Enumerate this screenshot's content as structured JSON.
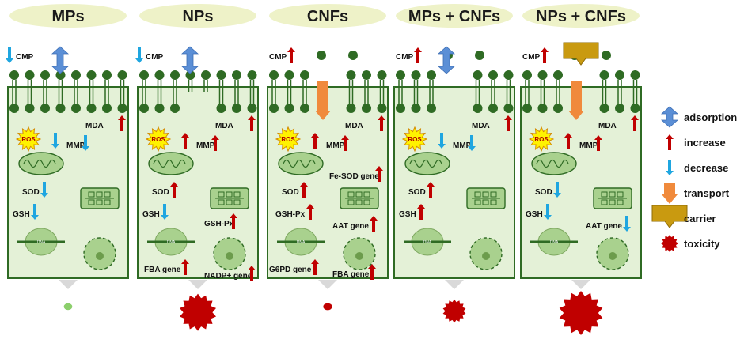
{
  "panels": [
    {
      "title": "MPs",
      "cmp": {
        "label": "CMP",
        "dir": "decrease"
      },
      "adsorption": true,
      "transport": false,
      "carrier": false,
      "outer_stream": false,
      "pore": false,
      "effects": [
        {
          "slot": "mda",
          "text": "MDA",
          "dir": "increase"
        },
        {
          "slot": "ros",
          "dir": "decrease"
        },
        {
          "slot": "mmp",
          "text": "MMP",
          "dir": "decrease"
        },
        {
          "slot": "sod",
          "text": "SOD",
          "dir": "decrease"
        },
        {
          "slot": "gsh",
          "text": "GSH",
          "dir": "decrease"
        }
      ],
      "toxicity_level": 0.12,
      "toxicity_color": "#8ccf6c",
      "toxicity_shape": "dot"
    },
    {
      "title": "NPs",
      "cmp": {
        "label": "CMP",
        "dir": "decrease"
      },
      "adsorption": true,
      "transport": false,
      "carrier": false,
      "outer_stream": false,
      "pore": true,
      "effects": [
        {
          "slot": "mda",
          "text": "MDA",
          "dir": "increase"
        },
        {
          "slot": "ros",
          "dir": "increase"
        },
        {
          "slot": "mmp",
          "text": "MMP",
          "dir": "increase"
        },
        {
          "slot": "sod",
          "text": "SOD",
          "dir": "increase"
        },
        {
          "slot": "gsh",
          "text": "GSH",
          "dir": "decrease"
        },
        {
          "slot": "gshpx",
          "text": "GSH-Px",
          "dir": "increase"
        },
        {
          "slot": "fba",
          "text": "FBA gene",
          "dir": "increase"
        },
        {
          "slot": "nadp",
          "text": "NADP+ gene",
          "dir": "increase"
        }
      ],
      "toxicity_level": 0.8,
      "toxicity_color": "#c00000",
      "toxicity_shape": "star"
    },
    {
      "title": "CNFs",
      "cmp": {
        "label": "CMP",
        "dir": "increase"
      },
      "adsorption": false,
      "transport": true,
      "carrier": false,
      "outer_stream": true,
      "pore": true,
      "effects": [
        {
          "slot": "mda",
          "text": "MDA",
          "dir": "increase"
        },
        {
          "slot": "ros",
          "dir": "increase"
        },
        {
          "slot": "mmp",
          "text": "MMP",
          "dir": "increase"
        },
        {
          "slot": "fesod",
          "text": "Fe-SOD gene",
          "dir": "increase"
        },
        {
          "slot": "sod",
          "text": "SOD",
          "dir": "increase"
        },
        {
          "slot": "gshpx_l",
          "text": "GSH-Px",
          "dir": "increase"
        },
        {
          "slot": "aat",
          "text": "AAT gene",
          "dir": "increase"
        },
        {
          "slot": "g6pd",
          "text": "G6PD gene",
          "dir": "increase"
        },
        {
          "slot": "fba_r",
          "text": "FBA gene",
          "dir": "increase"
        }
      ],
      "toxicity_level": 0.2,
      "toxicity_color": "#c00000",
      "toxicity_shape": "dot"
    },
    {
      "title": "MPs + CNFs",
      "cmp": {
        "label": "CMP",
        "dir": "increase"
      },
      "adsorption": true,
      "transport": false,
      "carrier": false,
      "outer_stream": true,
      "pore": true,
      "effects": [
        {
          "slot": "mda",
          "text": "MDA",
          "dir": "increase"
        },
        {
          "slot": "ros",
          "dir": "decrease"
        },
        {
          "slot": "mmp",
          "text": "MMP",
          "dir": "decrease"
        },
        {
          "slot": "sod",
          "text": "SOD",
          "dir": "increase"
        },
        {
          "slot": "gsh",
          "text": "GSH",
          "dir": "increase"
        }
      ],
      "toxicity_level": 0.4,
      "toxicity_color": "#c00000",
      "toxicity_shape": "star"
    },
    {
      "title": "NPs + CNFs",
      "cmp": {
        "label": "CMP",
        "dir": "increase"
      },
      "adsorption": false,
      "transport": true,
      "carrier": true,
      "outer_stream": true,
      "pore": true,
      "effects": [
        {
          "slot": "mda",
          "text": "MDA",
          "dir": "increase"
        },
        {
          "slot": "ros",
          "dir": "increase"
        },
        {
          "slot": "mmp",
          "text": "MMP",
          "dir": "increase"
        },
        {
          "slot": "sod",
          "text": "SOD",
          "dir": "decrease"
        },
        {
          "slot": "gsh",
          "text": "GSH",
          "dir": "decrease"
        },
        {
          "slot": "aat",
          "text": "AAT gene",
          "dir": "decrease"
        }
      ],
      "toxicity_level": 1.0,
      "toxicity_color": "#c00000",
      "toxicity_shape": "star"
    }
  ],
  "cell_labels": {
    "ros": "ROS",
    "dna": "DNA"
  },
  "legend": [
    {
      "icon": "adsorption",
      "label": "adsorption"
    },
    {
      "icon": "increase",
      "label": "increase"
    },
    {
      "icon": "decrease",
      "label": "decrease"
    },
    {
      "icon": "transport",
      "label": "transport"
    },
    {
      "icon": "carrier",
      "label": "carrier"
    },
    {
      "icon": "toxicity",
      "label": "toxicity"
    }
  ],
  "colors": {
    "increase": "#c00000",
    "decrease": "#1fa6e0",
    "adsorption": "#5b8fd6",
    "transport": "#f08a3c",
    "carrier": "#c99a10",
    "lipid": "#2f6b24",
    "cell_fill": "#e4f1d7",
    "header_fill": "#eef2c8",
    "organelle_fill": "#a9d18e"
  }
}
